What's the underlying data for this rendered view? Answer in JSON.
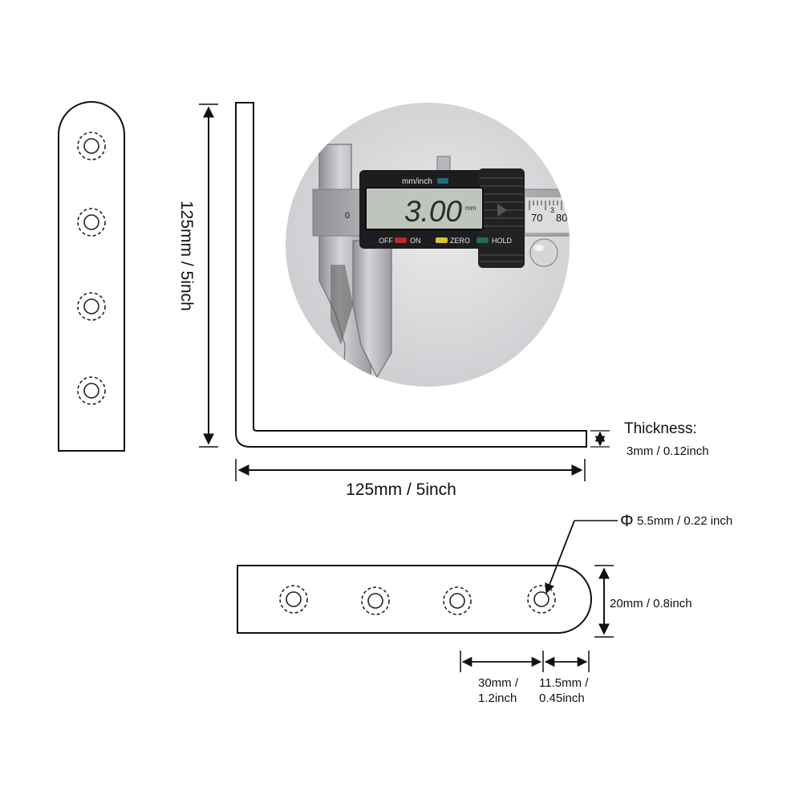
{
  "dimensions": {
    "height_label": "125mm / 5inch",
    "width_label": "125mm / 5inch",
    "thickness_title": "Thickness:",
    "thickness_value": "3mm / 0.12inch",
    "hole_diameter_symbol": "Φ",
    "hole_diameter": "5.5mm / 0.22 inch",
    "strip_width": "20mm / 0.8inch",
    "hole_spacing_line1": "30mm /",
    "hole_spacing_line2": "1.2inch",
    "edge_offset_line1": "11.5mm /",
    "edge_offset_line2": "0.45inch"
  },
  "caliper": {
    "display_value": "3.00",
    "display_unit": "mm",
    "header_label": "mm/inch",
    "off_label": "OFF",
    "on_label": "ON",
    "zero_label": "ZERO",
    "hold_label": "HOLD",
    "scale_70": "70",
    "scale_80": "80",
    "scale_3": "3",
    "scale_0": "0",
    "button_colors": {
      "off_on": "#c0262b",
      "zero": "#d8c42e",
      "hold": "#1f6e58",
      "mm_inch": "#1f6e78"
    }
  }
}
